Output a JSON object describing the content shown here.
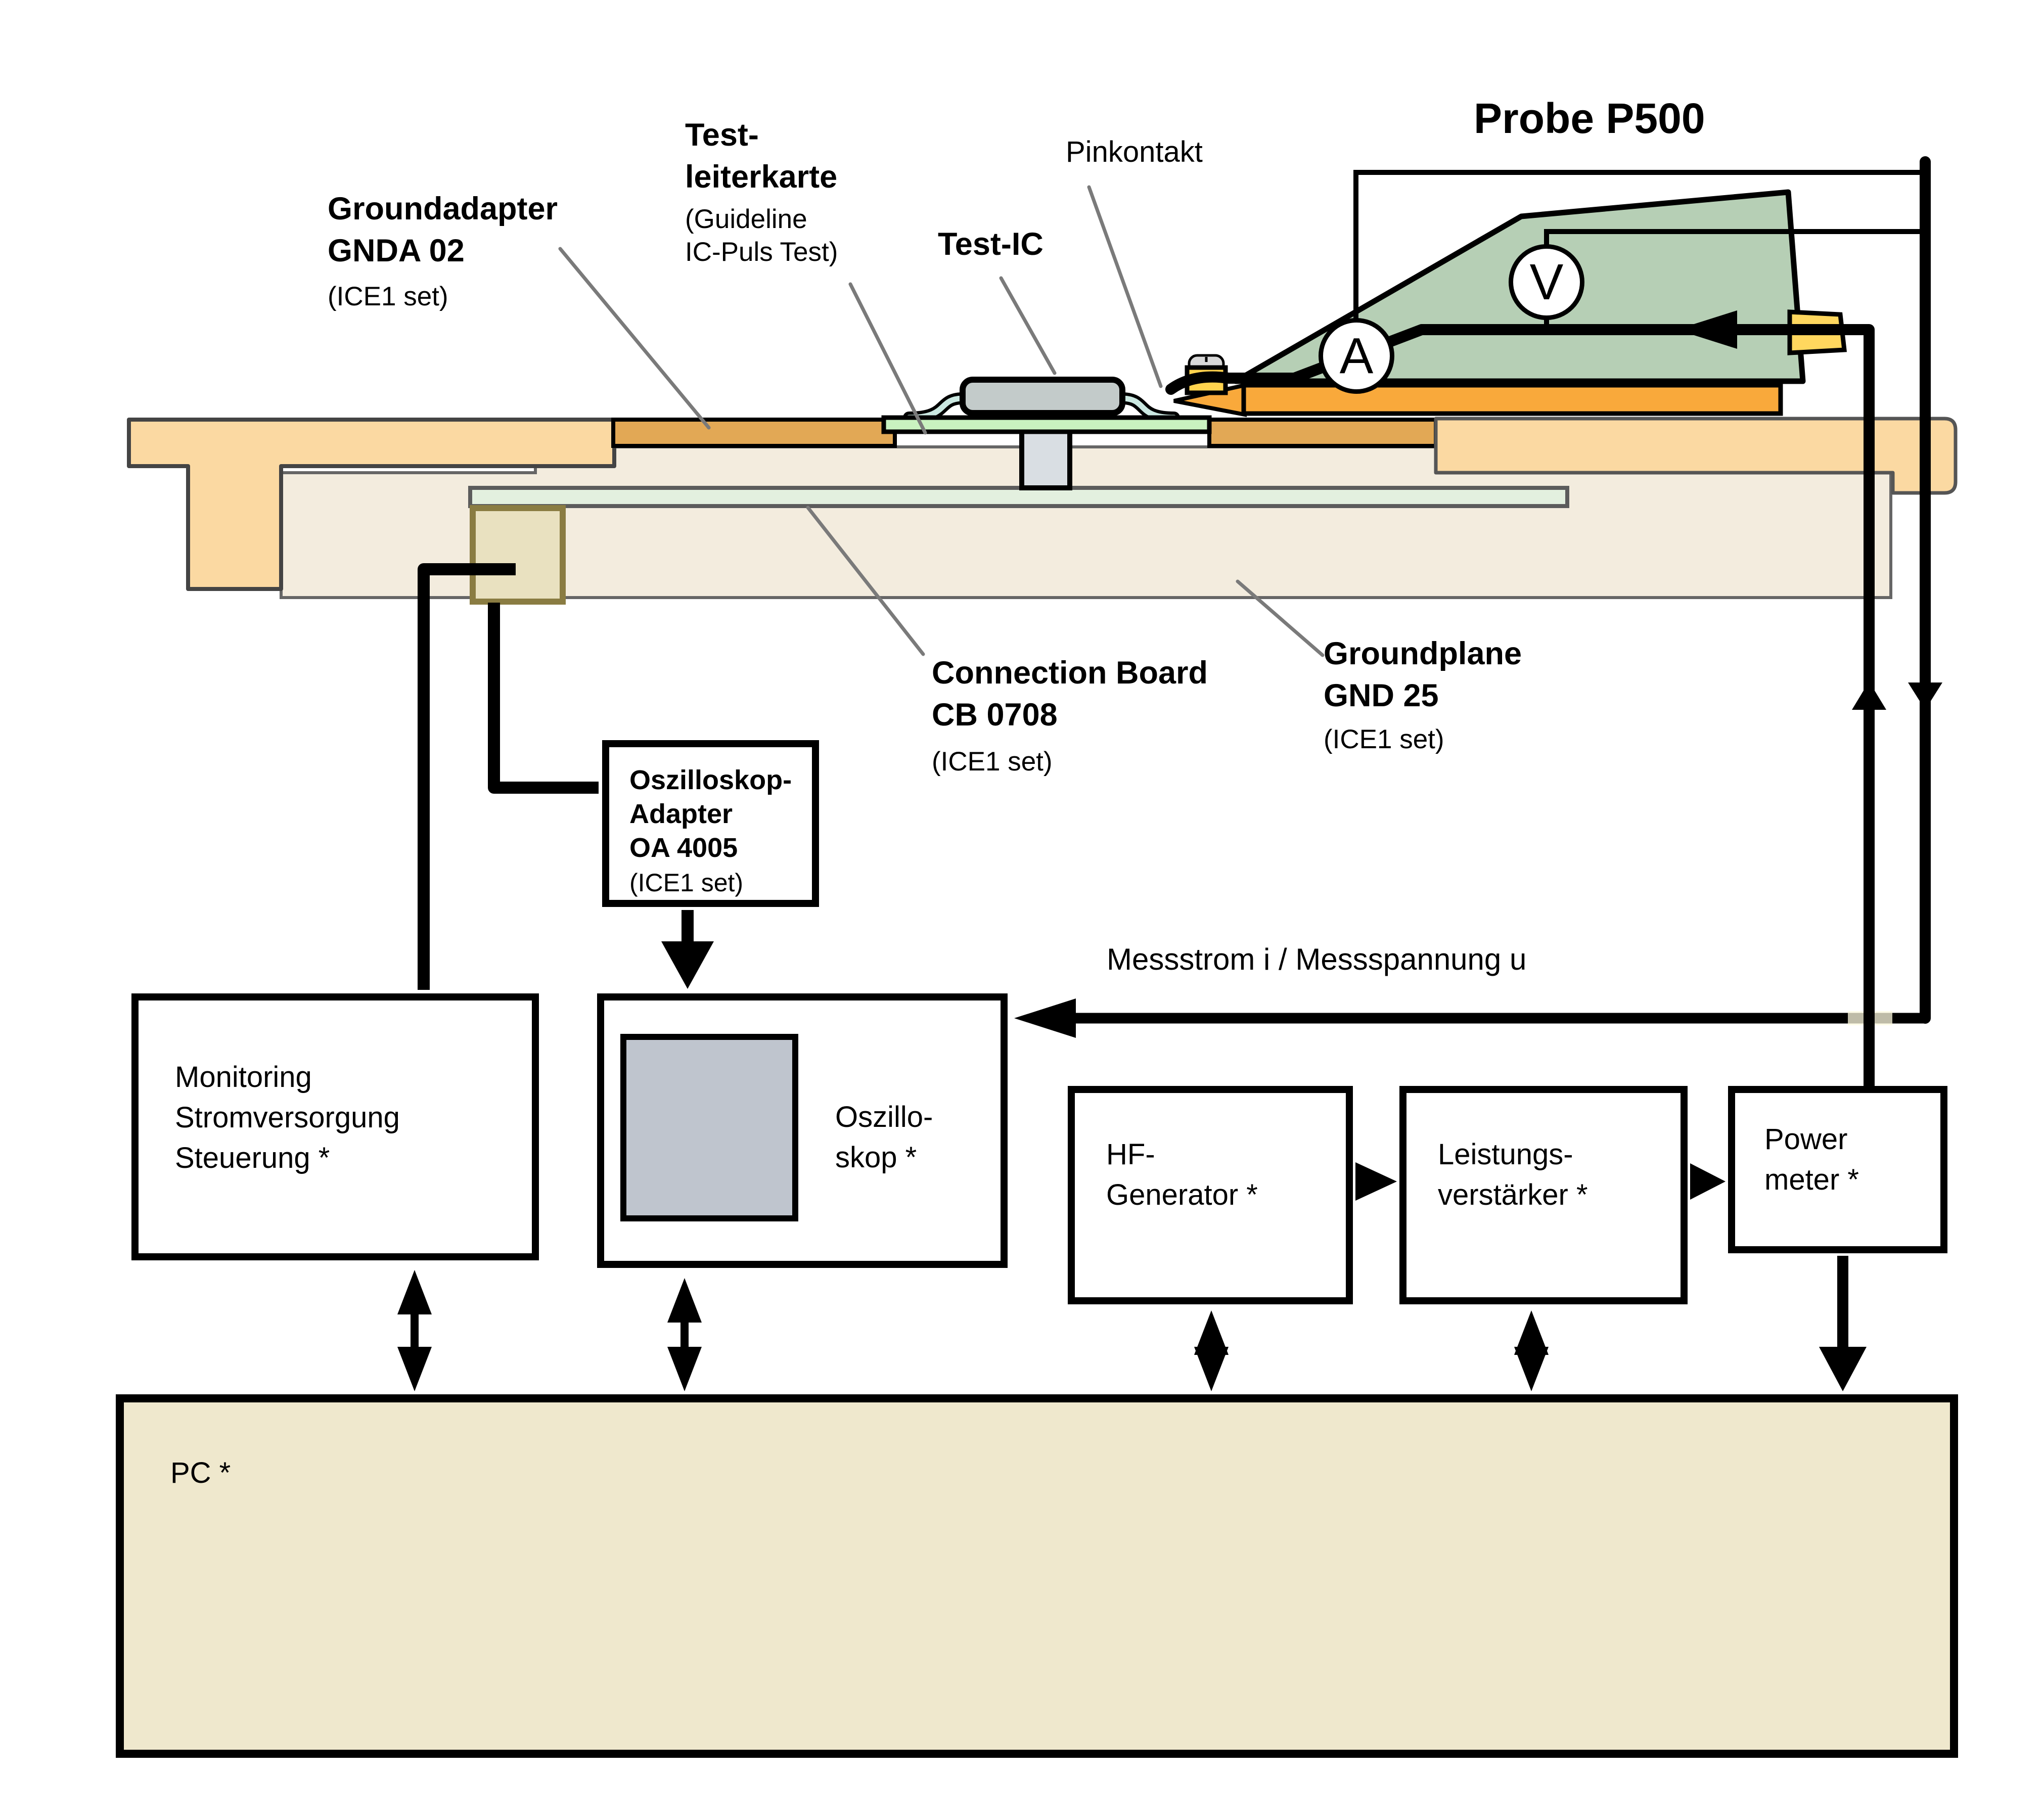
{
  "title": "Probe P500",
  "meters": {
    "voltmeter": "V",
    "ammeter": "A"
  },
  "labels": {
    "groundadapter": {
      "line1": "Groundadapter",
      "line2": "GNDA 02",
      "note": "(ICE1 set)"
    },
    "testleiterkarte": {
      "line1": "Test-",
      "line2": "leiterkarte",
      "note1": "(Guideline",
      "note2": "IC-Puls Test)"
    },
    "test_ic": "Test-IC",
    "pinkontakt": "Pinkontakt",
    "connection_board": {
      "line1": "Connection Board",
      "line2": "CB 0708",
      "note": "(ICE1 set)"
    },
    "groundplane": {
      "line1": "Groundplane",
      "line2": "GND 25",
      "note": "(ICE1 set)"
    },
    "messstrom": "Messstrom i / Messspannung u"
  },
  "boxes": {
    "oa_adapter": {
      "lines": [
        "Oszilloskop-",
        "Adapter",
        "OA 4005"
      ],
      "note": "(ICE1 set)"
    },
    "monitoring": {
      "lines": [
        "Monitoring",
        "Stromversorgung",
        "Steuerung *"
      ]
    },
    "oszilloskop": {
      "lines": [
        "Oszillo-",
        "skop *"
      ]
    },
    "hf_generator": {
      "lines": [
        "HF-",
        "Generator *"
      ]
    },
    "verstaerker": {
      "lines": [
        "Leistungs-",
        "verstärker *"
      ]
    },
    "power_meter": {
      "lines": [
        "Power",
        "meter *"
      ]
    },
    "pc": {
      "label": "PC *"
    }
  },
  "colors": {
    "bracket_orange": "#FBD9A2",
    "adapter_orange": "#E2A855",
    "probe_foot_orange": "#F9A93B",
    "pin_yellow": "#FFD34E",
    "smb_yellow": "#FFD75E",
    "test_pcb_green": "#C9F2C0",
    "connection_board_mint": "#E3F0DF",
    "probe_sage": "#B6CFB5",
    "ic_gray": "#C3CBCA",
    "lead_blue": "#CBE8E1",
    "pillar_gray": "#D9DEE3",
    "screen_gray": "#BFC5CE",
    "khaki_block": "#E9E1C0",
    "khaki_border": "#8A7C42",
    "groundplane_beige": "#F3ECDE",
    "pc_fill": "#EFE8CD",
    "leader_gray": "#7a7a7a",
    "line_black": "#000000"
  }
}
